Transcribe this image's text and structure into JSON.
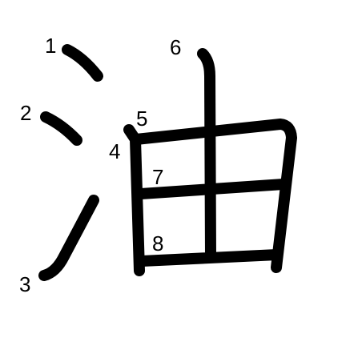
{
  "character": "油",
  "colors": {
    "background": "#ffffff",
    "stroke": "#000000",
    "number": "#000000"
  },
  "strokes": [
    {
      "order": "1"
    },
    {
      "order": "2"
    },
    {
      "order": "3"
    },
    {
      "order": "4"
    },
    {
      "order": "5"
    },
    {
      "order": "6"
    },
    {
      "order": "7"
    },
    {
      "order": "8"
    }
  ]
}
